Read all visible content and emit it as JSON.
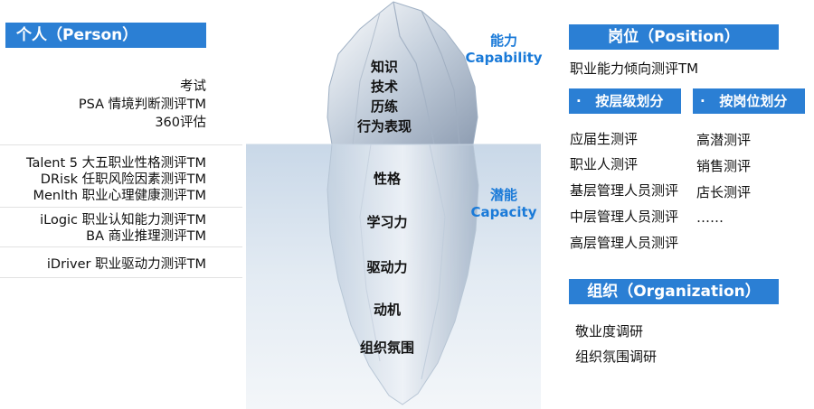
{
  "person": {
    "header": "个人（Person）",
    "group1": [
      "考试",
      "PSA 情境判断测评TM",
      "360评估"
    ],
    "group2": [
      "Talent 5 大五职业性格测评TM",
      "DRisk 任职风险因素测评TM",
      "Menlth 职业心理健康测评TM"
    ],
    "group3": [
      "iLogic 职业认知能力测评TM",
      "BA 商业推理测评TM"
    ],
    "group4": [
      "iDriver 职业驱动力测评TM"
    ]
  },
  "iceberg": {
    "above": [
      "知识",
      "技术",
      "历练",
      "行为表现"
    ],
    "below": [
      "性格",
      "学习力",
      "驱动力",
      "动机",
      "组织氛围"
    ]
  },
  "layers": {
    "capability_cn": "能力",
    "capability_en": "Capability",
    "capacity_cn": "潜能",
    "capacity_en": "Capacity"
  },
  "position": {
    "header": "岗位（Position）",
    "top_item": "职业能力倾向测评TM",
    "by_level_label": "按层级划分",
    "by_post_label": "按岗位划分",
    "by_level": [
      "应届生测评",
      "职业人测评",
      "基层管理人员测评",
      "中层管理人员测评",
      "高层管理人员测评"
    ],
    "by_post": [
      "高潜测评",
      "销售测评",
      "店长测评",
      "……"
    ]
  },
  "organization": {
    "header": "组织（Organization）",
    "items": [
      "敬业度调研",
      "组织氛围调研"
    ]
  },
  "colors": {
    "accent": "#2b7fd4",
    "layer_text": "#1a7ad8"
  }
}
